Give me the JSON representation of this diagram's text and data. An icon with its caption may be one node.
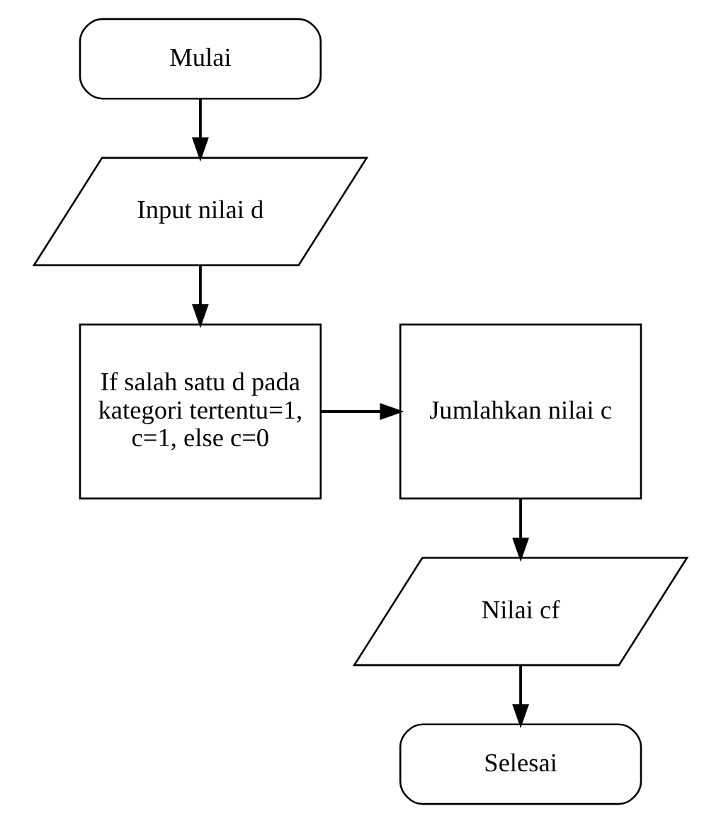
{
  "diagram": {
    "nodes": [
      {
        "text": [
          "Mulai"
        ]
      },
      {
        "text": [
          "Input nilai d"
        ]
      },
      {
        "text": [
          "If salah satu d pada kategori tertentu=1, c=1, else c=0"
        ]
      },
      {
        "text": [
          "Jumlahkan nilai c"
        ]
      },
      {
        "text": [
          "Nilai cf"
        ]
      },
      {
        "text": [
          "Selesai"
        ]
      }
    ],
    "edges": [
      {
        "from": 0,
        "to": 1,
        "arrow": "to"
      },
      {
        "from": 1,
        "to": 2,
        "arrow": "to"
      },
      {
        "from": 2,
        "to": 3,
        "arrow": "to"
      },
      {
        "from": 3,
        "to": 4,
        "arrow": "to"
      },
      {
        "from": 4,
        "to": 5,
        "arrow": "to"
      }
    ]
  }
}
